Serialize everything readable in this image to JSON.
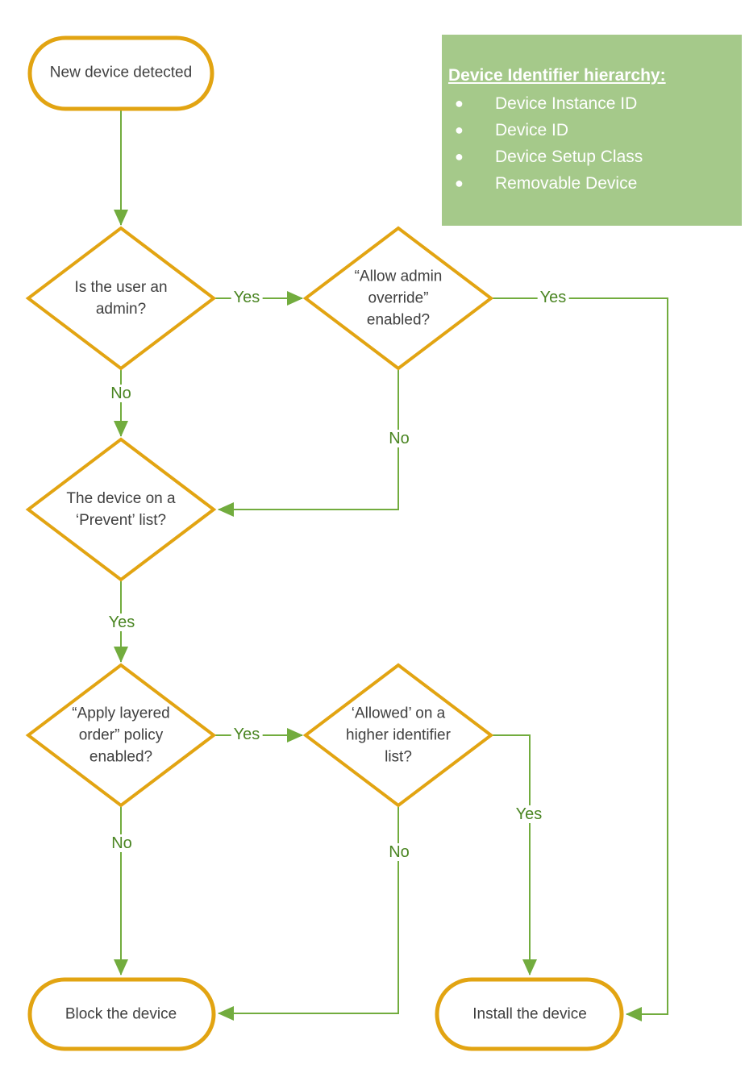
{
  "colors": {
    "shape_border": "#E2A412",
    "connector": "#72AC3E",
    "edge_label_text": "#4A8522",
    "node_text": "#404040",
    "info_box_bg": "#A5C98A",
    "info_box_text": "#FFFFFF"
  },
  "info_box": {
    "title": "Device Identifier hierarchy:",
    "bullet_glyph": "●",
    "items": [
      "Device Instance ID",
      "Device ID",
      "Device Setup Class",
      "Removable Device"
    ]
  },
  "nodes": {
    "start": "New device detected",
    "admin": "Is the user an\nadmin?",
    "override": "“Allow admin\noverride”\nenabled?",
    "prevent": "The device on a\n‘Prevent’ list?",
    "layered": "“Apply layered\norder” policy\nenabled?",
    "higher": "‘Allowed’ on a\nhigher identifier\nlist?",
    "block": "Block the device",
    "install": "Install the device"
  },
  "edge_labels": {
    "admin_yes": "Yes",
    "admin_no": "No",
    "override_yes": "Yes",
    "override_no": "No",
    "prevent_yes": "Yes",
    "layered_yes": "Yes",
    "layered_no": "No",
    "higher_yes": "Yes",
    "higher_no": "No"
  }
}
